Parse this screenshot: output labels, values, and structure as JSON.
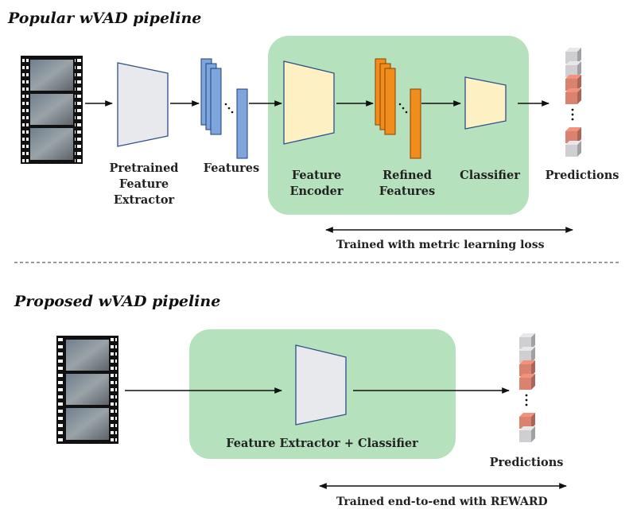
{
  "top": {
    "heading": "Popular wVAD pipeline",
    "labels": {
      "extractor": [
        "Pretrained",
        "Feature",
        "Extractor"
      ],
      "features": "Features",
      "encoder": [
        "Feature",
        "Encoder"
      ],
      "refined": [
        "Refined",
        "Features"
      ],
      "classifier": "Classifier",
      "predictions": "Predictions"
    },
    "caption": "Trained with metric learning loss"
  },
  "bottom": {
    "heading": "Proposed wVAD pipeline",
    "box_label": "Feature Extractor + Classifier",
    "predictions": "Predictions",
    "caption": "Trained end-to-end with REWARD"
  },
  "colors": {
    "green_box": "#b5e2bd",
    "blue_feature": "#7ea6dc",
    "orange_feature": "#f28c1a",
    "cream_trapezoid": "#fdf1c4",
    "grey_trapezoid": "#e7e9ed",
    "red_cube": "#d9826f",
    "grey_cube": "#cfcfd2"
  },
  "icons": [
    "film-strip-icon",
    "trapezoid-network-icon",
    "feature-stack-icon",
    "prediction-cube-stack-icon"
  ]
}
